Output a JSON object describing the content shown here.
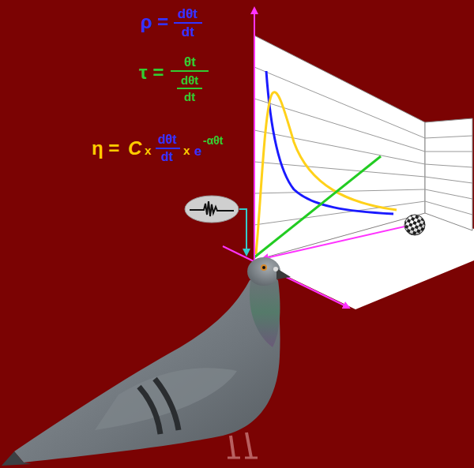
{
  "diagram": {
    "labels": [
      "ρ =",
      "dθt",
      "dt",
      "τ =",
      "θt",
      "dθt",
      "dt",
      "η =",
      "C",
      "x",
      "dθt",
      "dt",
      "x",
      "e",
      "-αθt"
    ]
  }
}
